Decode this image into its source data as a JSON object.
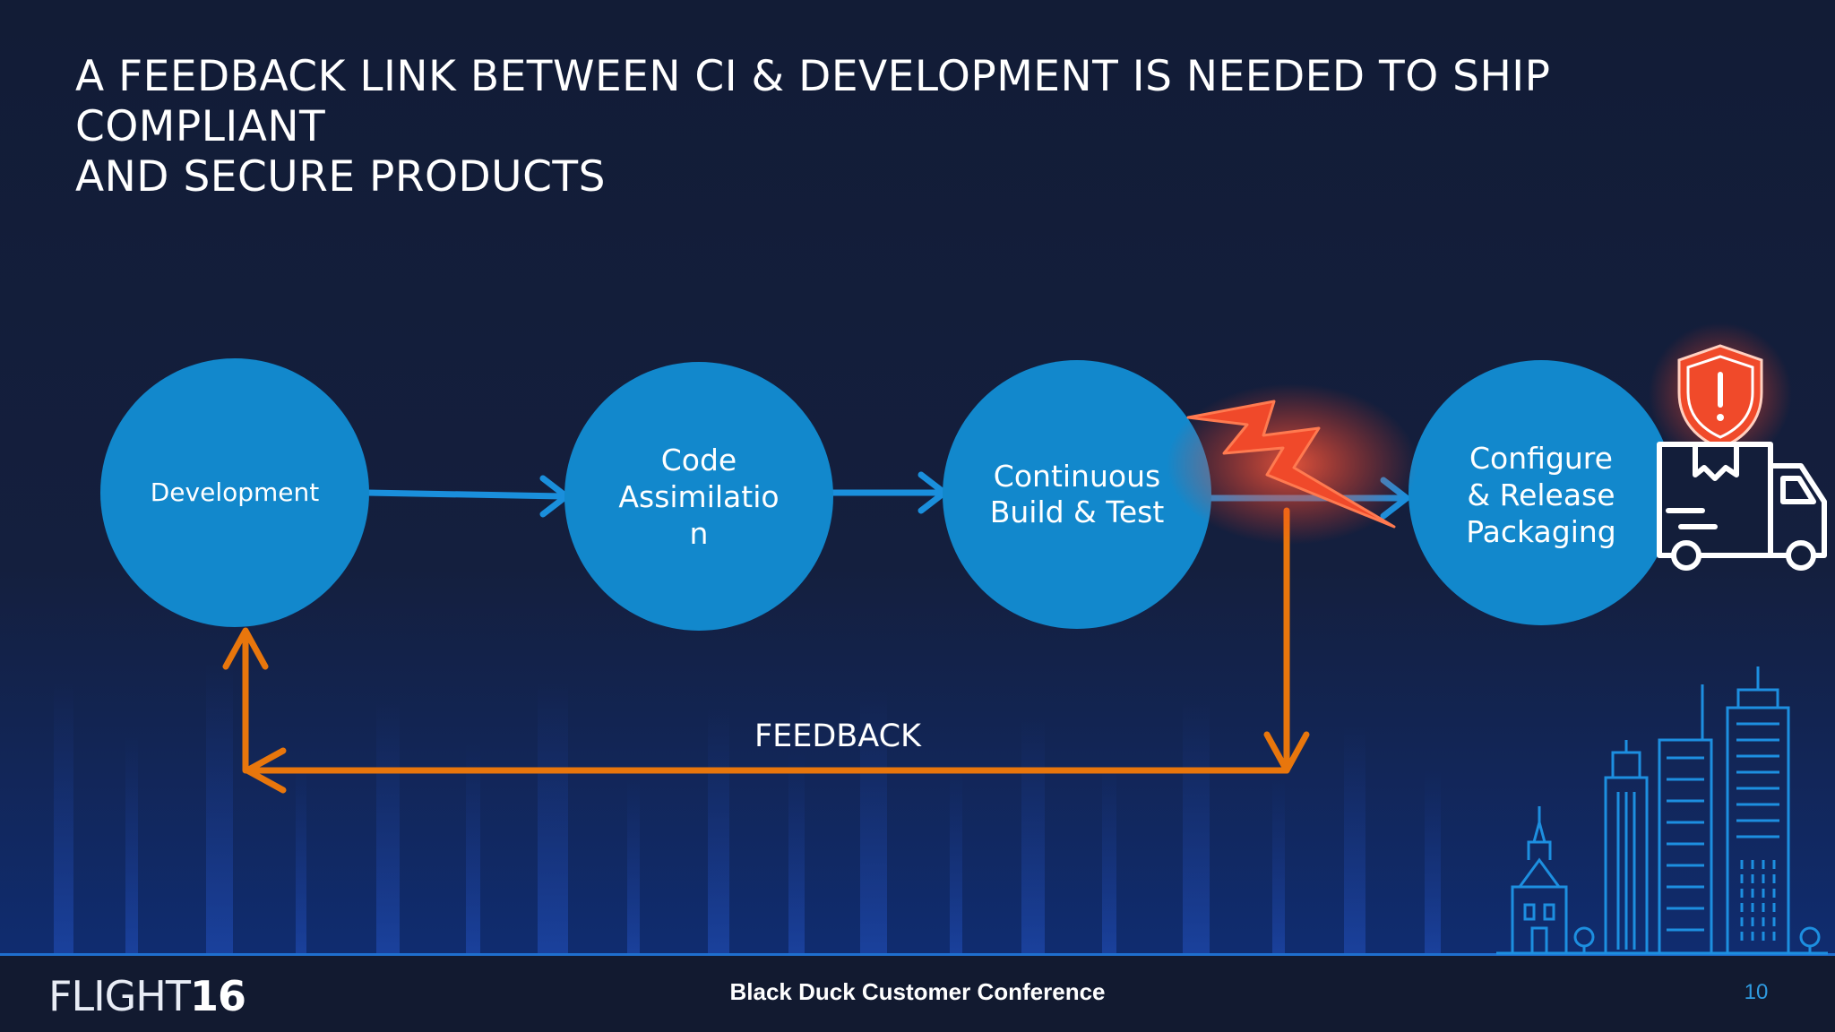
{
  "slide": {
    "title_lines": [
      "A FEEDBACK LINK BETWEEN CI & DEVELOPMENT IS NEEDED TO SHIP COMPLIANT",
      "AND SECURE PRODUCTS"
    ]
  },
  "diagram": {
    "nodes": [
      {
        "id": "development",
        "lines": [
          "Development"
        ]
      },
      {
        "id": "code-assimilation",
        "lines": [
          "Code",
          "Assimilatio",
          "n"
        ]
      },
      {
        "id": "continuous-build-test",
        "lines": [
          "Continuous",
          "Build & Test"
        ]
      },
      {
        "id": "configure-release",
        "lines": [
          "Configure",
          "& Release",
          "Packaging"
        ]
      }
    ],
    "feedback_label": "FEEDBACK",
    "icons": [
      "lightning-bolt-icon",
      "shield-alert-icon",
      "delivery-truck-icon",
      "city-skyline-icon"
    ]
  },
  "colors": {
    "background": "#131e3a",
    "node_fill": "#1288cc",
    "flow_arrow": "#1a8fdc",
    "feedback_arrow": "#e8760c",
    "lightning": "#f0492a",
    "shield": "#f04a2a",
    "skyline": "#1d8fe0",
    "page_number": "#2f9ae0"
  },
  "footer": {
    "logo_light": "FLIGHT",
    "logo_bold": "16",
    "conference": "Black Duck Customer Conference",
    "page_number": "10"
  }
}
